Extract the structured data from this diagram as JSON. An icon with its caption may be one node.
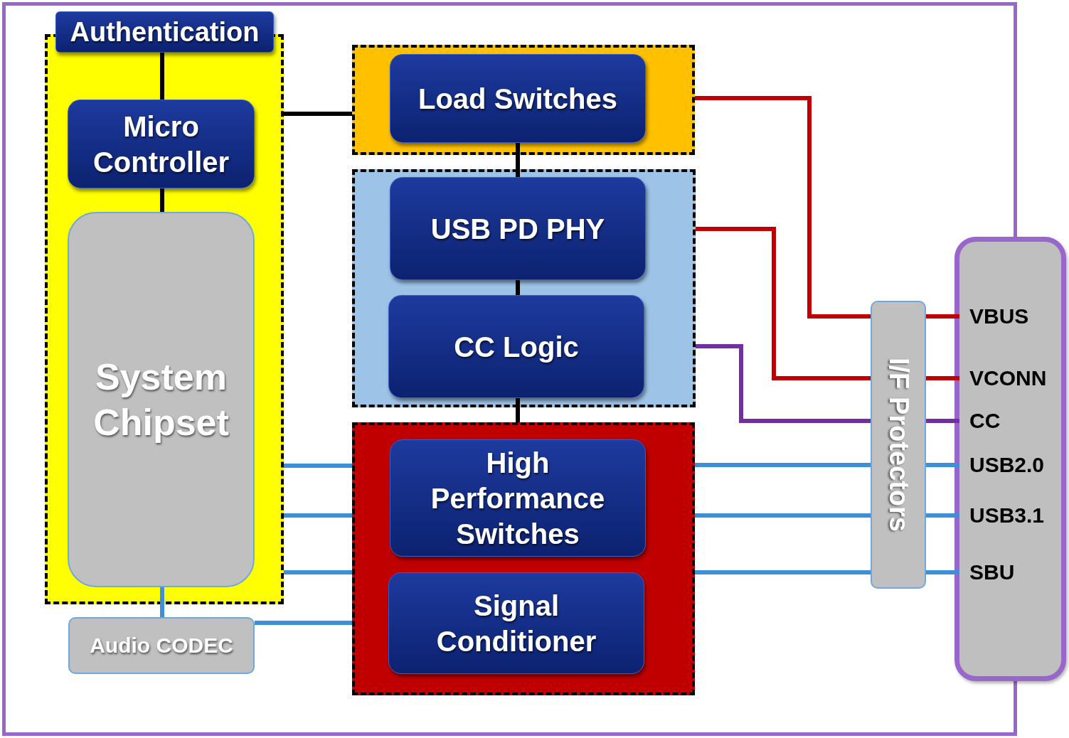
{
  "diagram": {
    "nodes": [
      {
        "text": [
          "Authentication"
        ]
      },
      {
        "text": [
          "Micro Controller"
        ],
        "in": 0
      },
      {
        "text": [
          "System Chipset"
        ],
        "in": 0
      },
      {
        "text": [
          "Audio CODEC"
        ]
      },
      {
        "text": [],
        "shape": "box"
      },
      {
        "text": [
          "Load Switches"
        ],
        "in": 4
      },
      {
        "text": [],
        "shape": "box"
      },
      {
        "text": [
          "USB PD PHY"
        ],
        "in": 6
      },
      {
        "text": [
          "CC Logic"
        ],
        "in": 6
      },
      {
        "text": [],
        "shape": "box"
      },
      {
        "text": [
          "High Performance Switches"
        ],
        "in": 9
      },
      {
        "text": [
          "Signal Conditioner"
        ],
        "in": 9
      },
      {
        "text": [
          "I/F Protectors"
        ]
      },
      {
        "text": [],
        "shape": "box"
      },
      {
        "text": [
          "VBUS"
        ],
        "in": 13
      },
      {
        "text": [
          "VCONN"
        ],
        "in": 13
      },
      {
        "text": [
          "CC"
        ],
        "in": 13
      },
      {
        "text": [
          "USB2.0"
        ],
        "in": 13
      },
      {
        "text": [
          "USB3.1"
        ],
        "in": 13
      },
      {
        "text": [
          "SBU"
        ],
        "in": 13
      }
    ],
    "edges": [
      {
        "from": 0,
        "to": 4,
        "arrow": "none",
        "color": "#000000"
      },
      {
        "from": 0,
        "to": 1,
        "arrow": "none",
        "color": "#000000"
      },
      {
        "from": 1,
        "to": 2,
        "arrow": "none",
        "color": "#000000"
      },
      {
        "from": 5,
        "to": 7,
        "arrow": "none",
        "color": "#000000"
      },
      {
        "from": 7,
        "to": 8,
        "arrow": "none",
        "color": "#000000"
      },
      {
        "from": 8,
        "to": 9,
        "arrow": "none",
        "color": "#000000"
      },
      {
        "from": 4,
        "to": 12,
        "arrow": "none",
        "color": "#c00000"
      },
      {
        "from": 12,
        "to": 14,
        "arrow": "none",
        "color": "#c00000"
      },
      {
        "from": 6,
        "to": 12,
        "arrow": "none",
        "color": "#c00000"
      },
      {
        "from": 12,
        "to": 15,
        "arrow": "none",
        "color": "#c00000"
      },
      {
        "from": 6,
        "to": 12,
        "arrow": "none",
        "color": "#7030a0"
      },
      {
        "from": 12,
        "to": 16,
        "arrow": "none",
        "color": "#7030a0"
      },
      {
        "from": 0,
        "to": 9,
        "arrow": "none"
      },
      {
        "from": 0,
        "to": 9,
        "arrow": "none"
      },
      {
        "from": 0,
        "to": 9,
        "arrow": "none"
      },
      {
        "from": 3,
        "to": 9,
        "arrow": "none"
      },
      {
        "from": 2,
        "to": 3,
        "arrow": "none"
      },
      {
        "from": 9,
        "to": 12,
        "arrow": "none"
      },
      {
        "from": 12,
        "to": 17,
        "arrow": "none"
      },
      {
        "from": 9,
        "to": 12,
        "arrow": "none"
      },
      {
        "from": 12,
        "to": 18,
        "arrow": "none"
      },
      {
        "from": 9,
        "to": 12,
        "arrow": "none"
      },
      {
        "from": 12,
        "to": 19,
        "arrow": "none"
      }
    ]
  }
}
